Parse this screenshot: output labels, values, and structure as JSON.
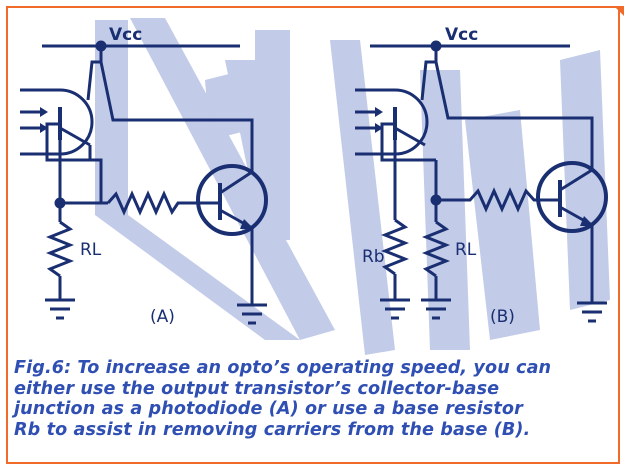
{
  "circuit_a": {
    "supply_label": "Vcc",
    "load_resistor_label": "RL",
    "panel_label": "(A)"
  },
  "circuit_b": {
    "supply_label": "Vcc",
    "base_resistor_label": "Rb",
    "load_resistor_label": "RL",
    "panel_label": "(B)"
  },
  "caption": {
    "line1": "Fig.6: To increase an opto’s operating speed, you can",
    "line2": "either use the output transistor’s collector-base",
    "line3": "junction as a photodiode (A) or use a base resistor",
    "line4": "Rb to assist in removing carriers from the base (B)."
  },
  "colors": {
    "wire": "#1a2f72",
    "caption": "#2f4fb3",
    "frame": "#f06a2a",
    "watermark": "#b3bfe3"
  }
}
